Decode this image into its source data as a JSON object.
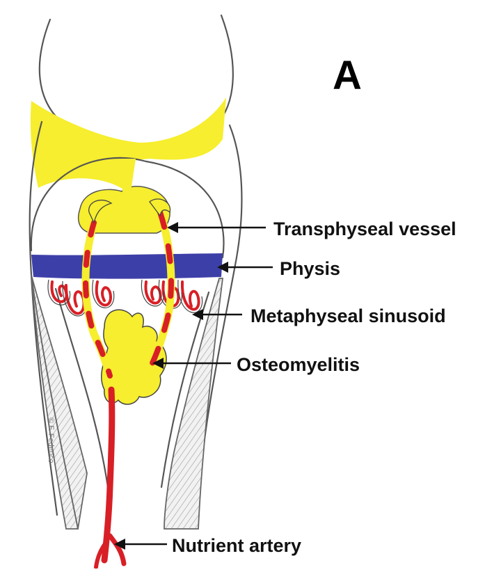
{
  "panel_letter": "A",
  "labels": {
    "transphyseal": "Transphyseal vessel",
    "physis": "Physis",
    "sinusoid": "Metaphyseal sinusoid",
    "osteomyelitis": "Osteomyelitis",
    "nutrient": "Nutrient artery"
  },
  "signature": "© F. Federico",
  "colors": {
    "cartilage_yellow": "#f6ee2e",
    "physis_blue": "#3d3fa8",
    "vessel_red": "#d81f26",
    "outline_gray": "#555555"
  }
}
